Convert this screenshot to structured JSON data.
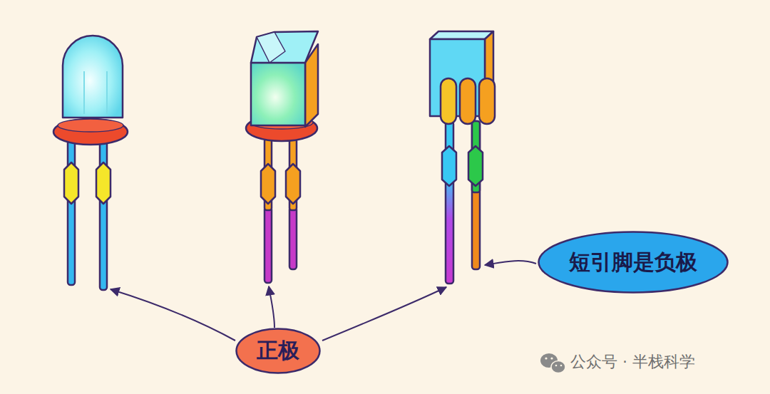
{
  "diagram": {
    "nodes": [
      {
        "text": [
          "正极"
        ]
      },
      {
        "text": [
          "短引脚是负极"
        ]
      }
    ],
    "labels": [
      "公众号 · 半栈科学"
    ]
  }
}
